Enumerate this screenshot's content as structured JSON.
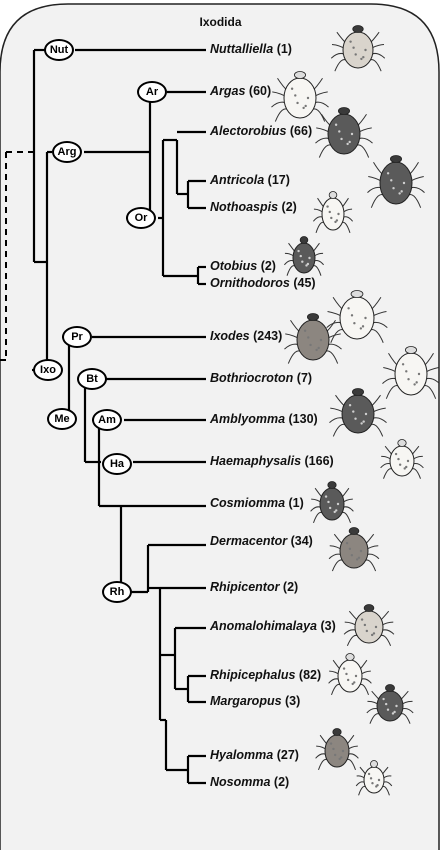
{
  "title": "Ixodida",
  "nodes": {
    "nut": "Nut",
    "arg": "Arg",
    "ar": "Ar",
    "or": "Or",
    "ixo": "Ixo",
    "pr": "Pr",
    "me": "Me",
    "bt": "Bt",
    "am": "Am",
    "ha": "Ha",
    "rh": "Rh"
  },
  "taxa": [
    {
      "genus": "Nuttalliella",
      "count": "(1)",
      "illustration": "tick-illustration"
    },
    {
      "genus": "Argas",
      "count": "(60)",
      "illustration": "tick-illustration"
    },
    {
      "genus": "Alectorobius",
      "count": "(66)",
      "illustration": "tick-illustration"
    },
    {
      "genus": "Antricola",
      "count": "(17)",
      "illustration": "tick-illustration"
    },
    {
      "genus": "Nothoaspis",
      "count": "(2)",
      "illustration": "tick-illustration"
    },
    {
      "genus": "Otobius",
      "count": "(2)",
      "illustration": "tick-illustration"
    },
    {
      "genus": "Ornithodoros",
      "count": "(45)",
      "illustration": "tick-illustration"
    },
    {
      "genus": "Ixodes",
      "count": "(243)",
      "illustration": "tick-illustration"
    },
    {
      "genus": "Bothriocroton",
      "count": "(7)",
      "illustration": "tick-illustration"
    },
    {
      "genus": "Amblyomma",
      "count": "(130)",
      "illustration": "tick-illustration"
    },
    {
      "genus": "Haemaphysalis",
      "count": "(166)",
      "illustration": "tick-illustration"
    },
    {
      "genus": "Cosmiomma",
      "count": "(1)",
      "illustration": "tick-illustration"
    },
    {
      "genus": "Dermacentor",
      "count": "(34)",
      "illustration": "tick-illustration"
    },
    {
      "genus": "Rhipicentor",
      "count": "(2)",
      "illustration": ""
    },
    {
      "genus": "Anomalohimalaya",
      "count": "(3)",
      "illustration": "tick-illustration"
    },
    {
      "genus": "Rhipicephalus",
      "count": "(82)",
      "illustration": "tick-illustration"
    },
    {
      "genus": "Margaropus",
      "count": "(3)",
      "illustration": "tick-illustration"
    },
    {
      "genus": "Hyalomma",
      "count": "(27)",
      "illustration": "tick-illustration"
    },
    {
      "genus": "Nosomma",
      "count": "(2)",
      "illustration": "tick-illustration"
    }
  ],
  "colors": {
    "panel": "#f2f2f2",
    "branch": "#000000",
    "tick_body": "#d9d4cc",
    "tick_dark": "#555555"
  }
}
